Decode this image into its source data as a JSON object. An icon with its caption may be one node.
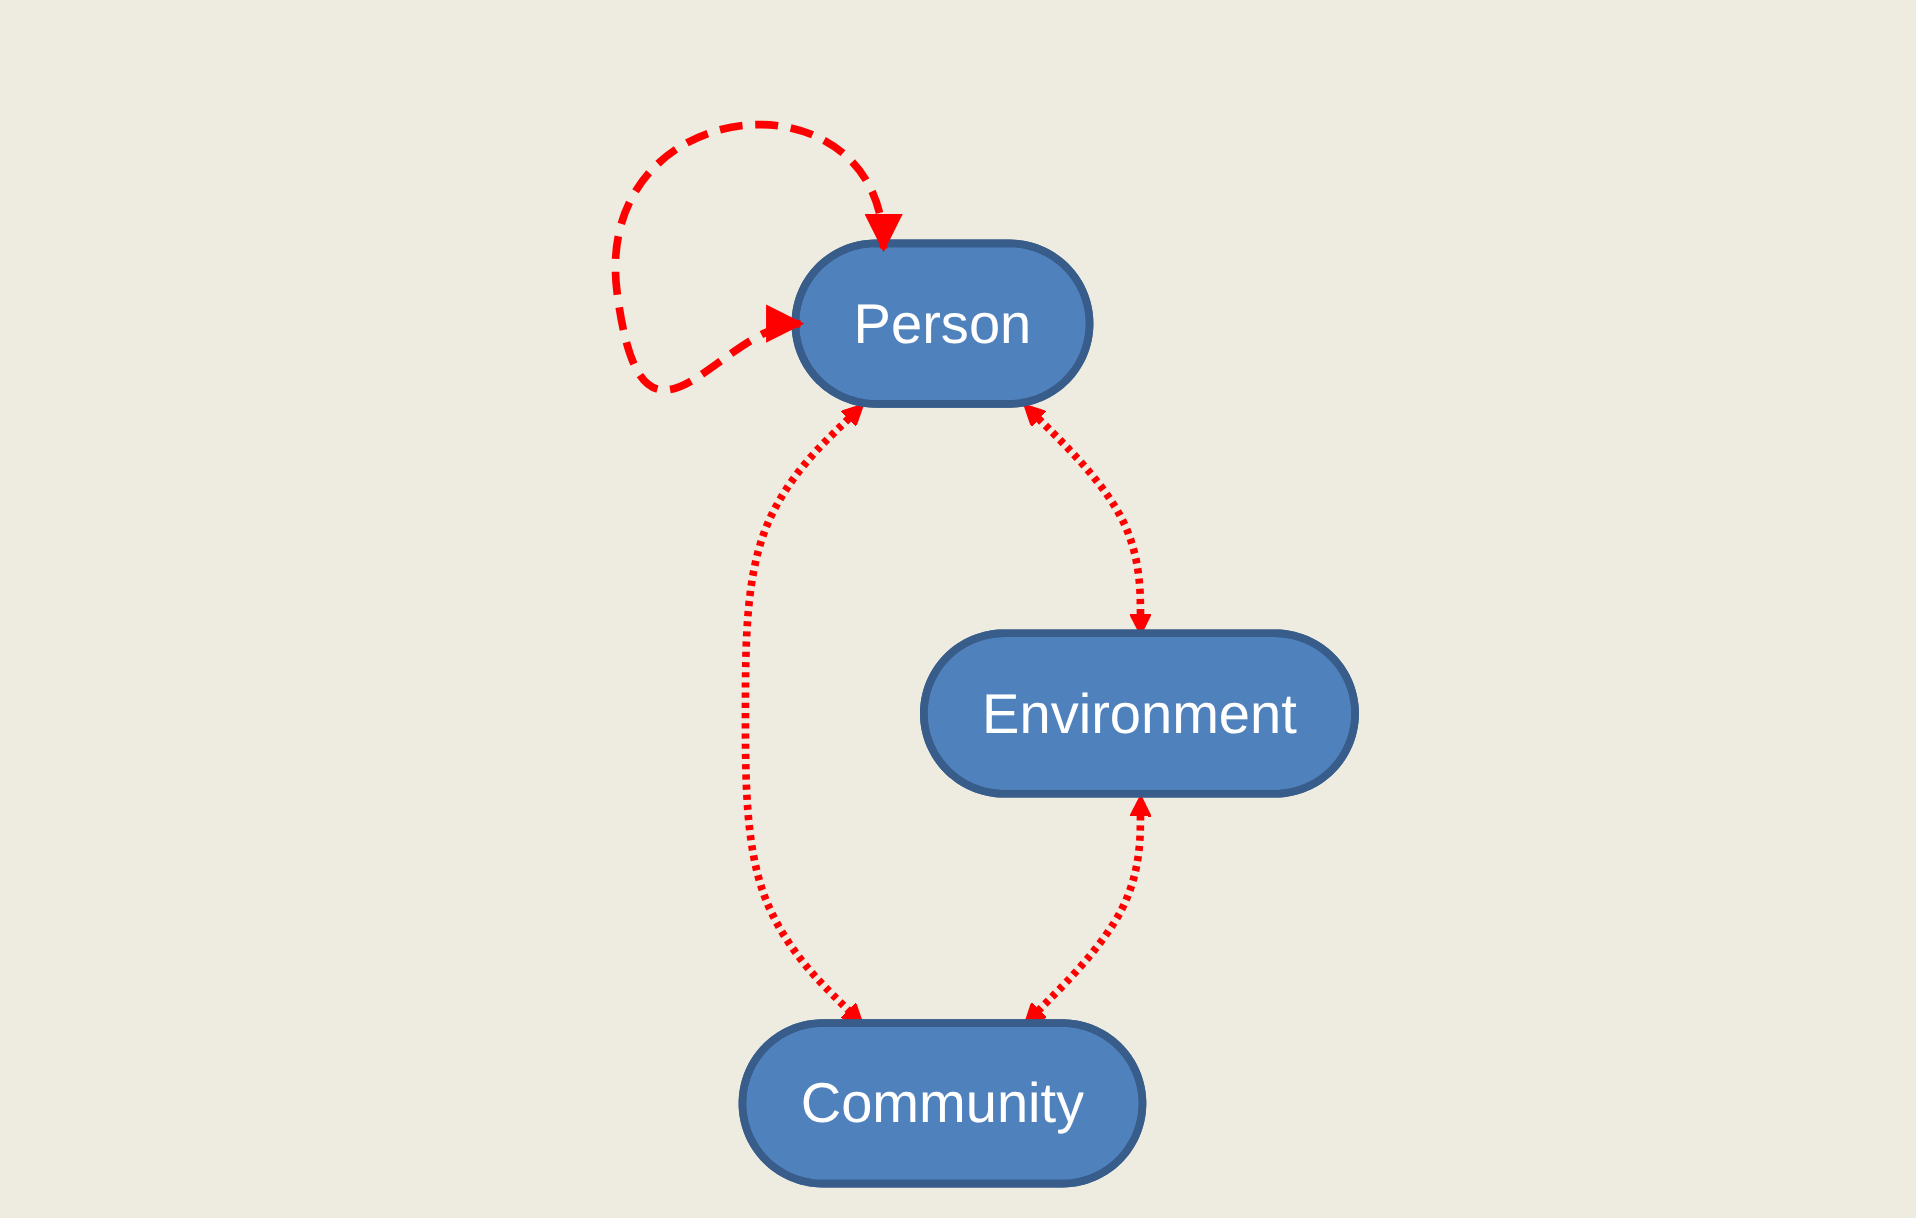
{
  "diagram": {
    "nodes": [
      {
        "text": [
          "Person"
        ]
      },
      {
        "text": [
          "Environment"
        ]
      },
      {
        "text": [
          "Community"
        ]
      }
    ],
    "edges": [
      {
        "from": 0,
        "to": 0,
        "arrow": "both",
        "style": "dashed",
        "color": "#ff0000"
      },
      {
        "from": 0,
        "to": 1,
        "arrow": "both",
        "style": "dashed",
        "color": "#ff0000"
      },
      {
        "from": 0,
        "to": 2,
        "arrow": "both",
        "style": "dashed",
        "color": "#ff0000"
      },
      {
        "from": 1,
        "to": 2,
        "arrow": "both",
        "style": "dashed",
        "color": "#ff0000"
      }
    ]
  }
}
